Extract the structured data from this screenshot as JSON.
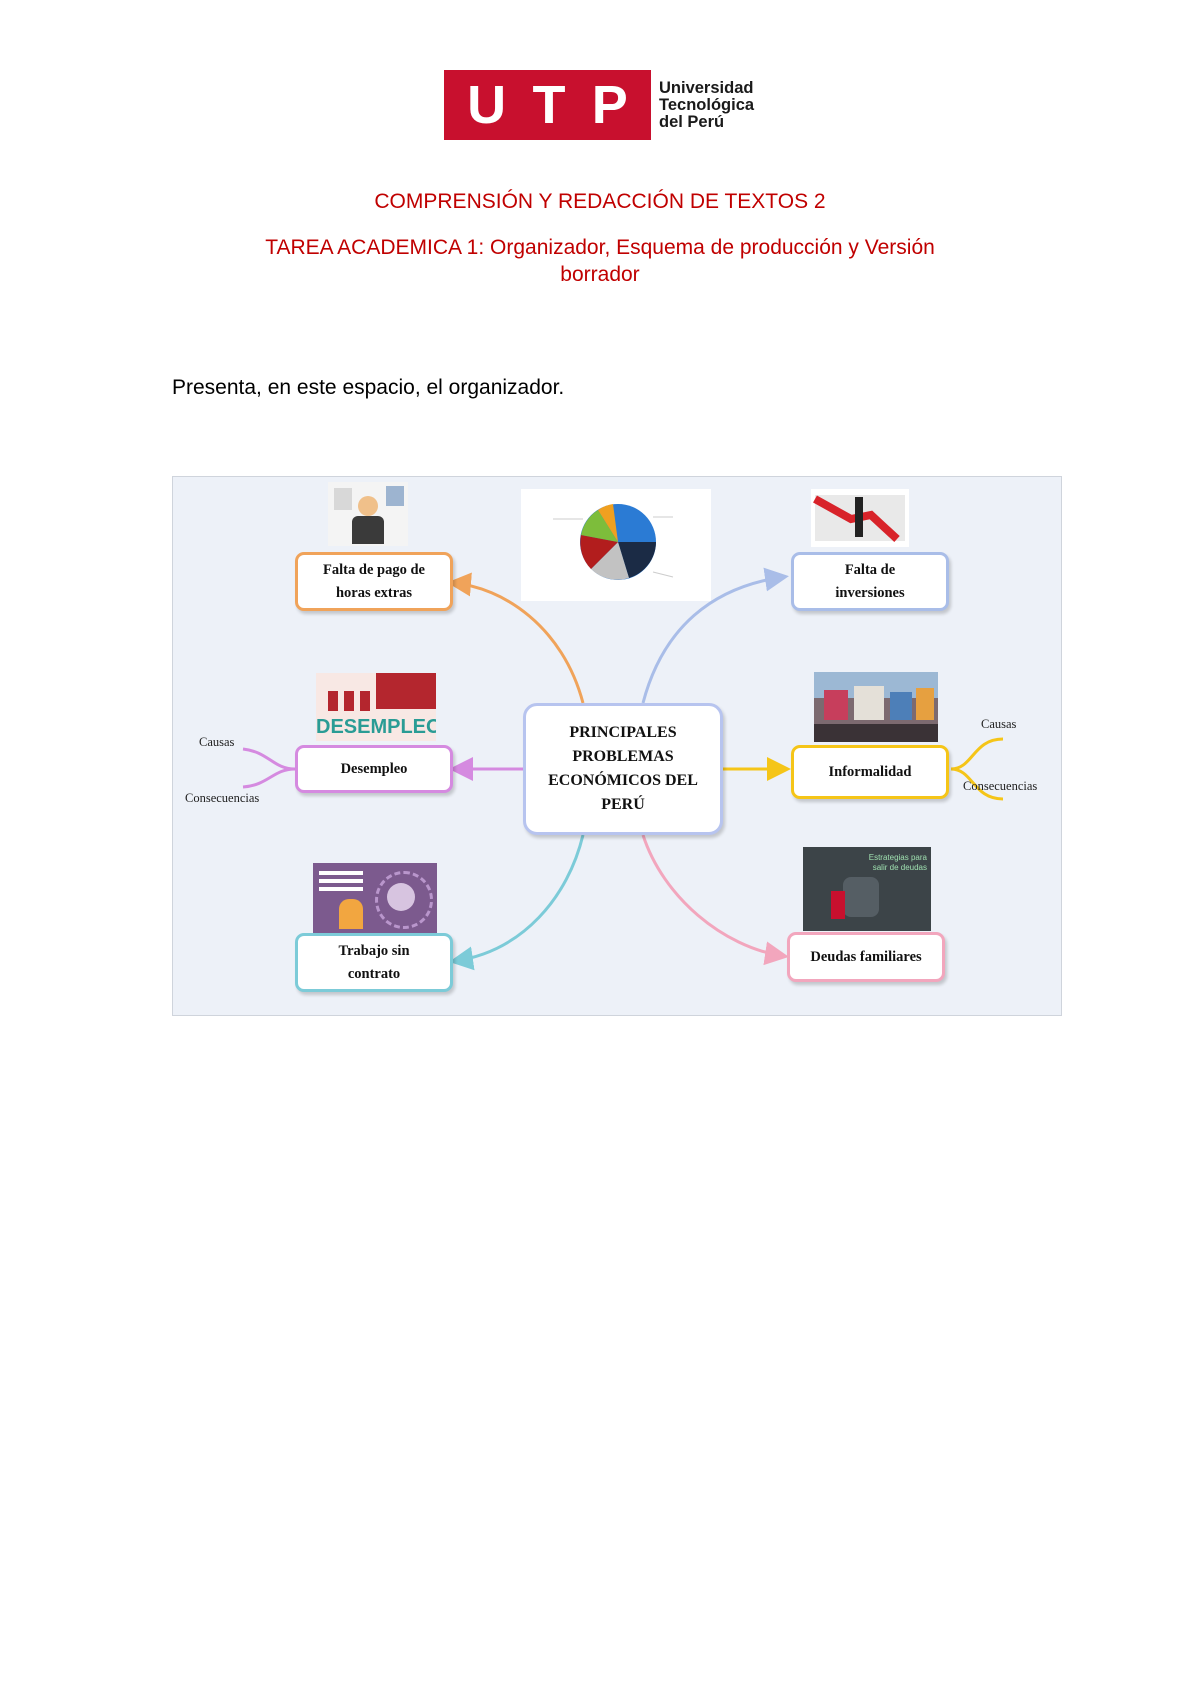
{
  "header": {
    "logo_letters": [
      "U",
      "T",
      "P"
    ],
    "logo_text": [
      "Universidad",
      "Tecnológica",
      "del Perú"
    ],
    "course_title": "COMPRENSIÓN Y REDACCIÓN DE TEXTOS 2",
    "task_title_line1": "TAREA ACADEMICA 1: Organizador, Esquema de producción y Versión",
    "task_title_line2": "borrador"
  },
  "prompt": "Presenta, en este espacio, el organizador.",
  "mindmap": {
    "center_lines": [
      "PRINCIPALES",
      "PROBLEMAS",
      "ECONÓMICOS DEL",
      "PERÚ"
    ],
    "nodes": {
      "horas_extras": [
        "Falta de pago de",
        "horas extras"
      ],
      "inversiones": [
        "Falta de",
        "inversiones"
      ],
      "desempleo": [
        "Desempleo"
      ],
      "informalidad": [
        "Informalidad"
      ],
      "trabajo": [
        "Trabajo sin",
        "contrato"
      ],
      "deudas": [
        "Deudas familiares"
      ]
    },
    "desempleo_branches": [
      "Causas",
      "Consecuencias"
    ],
    "informalidad_branches": [
      "Causas",
      "Consecuencias"
    ],
    "images": {
      "desempleo_banner": "DESEMPLEO",
      "deudas_banner": "Estrategias para salir de deudas"
    },
    "colors": {
      "orange": "#f0a35a",
      "blue": "#a9bde8",
      "violet": "#d58ae0",
      "yellow": "#f5c518",
      "teal": "#7ccbd8",
      "pink": "#f2a6bd",
      "accent_red": "#c8102e"
    }
  }
}
